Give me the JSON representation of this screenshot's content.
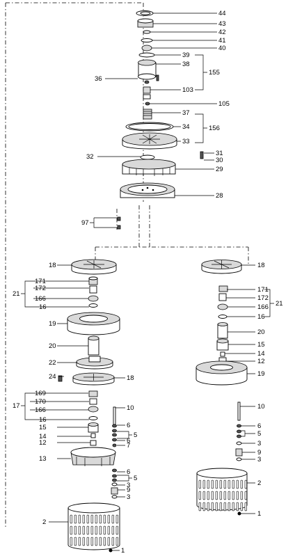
{
  "diagram": {
    "type": "exploded-parts-view",
    "callouts": [
      {
        "id": "c44",
        "text": "44"
      },
      {
        "id": "c43",
        "text": "43"
      },
      {
        "id": "c42",
        "text": "42"
      },
      {
        "id": "c41",
        "text": "41"
      },
      {
        "id": "c40",
        "text": "40"
      },
      {
        "id": "c39",
        "text": "39"
      },
      {
        "id": "c38",
        "text": "38"
      },
      {
        "id": "c155",
        "text": "155"
      },
      {
        "id": "c36",
        "text": "36"
      },
      {
        "id": "c103",
        "text": "103"
      },
      {
        "id": "c105",
        "text": "105"
      },
      {
        "id": "c37",
        "text": "37"
      },
      {
        "id": "c34",
        "text": "34"
      },
      {
        "id": "c156",
        "text": "156"
      },
      {
        "id": "c33",
        "text": "33"
      },
      {
        "id": "c32",
        "text": "32"
      },
      {
        "id": "c31",
        "text": "31"
      },
      {
        "id": "c30",
        "text": "30"
      },
      {
        "id": "c29",
        "text": "29"
      },
      {
        "id": "c28",
        "text": "28"
      },
      {
        "id": "c97",
        "text": "97"
      },
      {
        "id": "L18a",
        "text": "18"
      },
      {
        "id": "L171",
        "text": "171"
      },
      {
        "id": "L21",
        "text": "21"
      },
      {
        "id": "L172",
        "text": "172"
      },
      {
        "id": "L166",
        "text": "166"
      },
      {
        "id": "L16a",
        "text": "16"
      },
      {
        "id": "L19",
        "text": "19"
      },
      {
        "id": "L20",
        "text": "20"
      },
      {
        "id": "L22",
        "text": "22"
      },
      {
        "id": "L24",
        "text": "24"
      },
      {
        "id": "L18b",
        "text": "18"
      },
      {
        "id": "L169",
        "text": "169"
      },
      {
        "id": "L17",
        "text": "17"
      },
      {
        "id": "L170",
        "text": "170"
      },
      {
        "id": "L166b",
        "text": "166"
      },
      {
        "id": "L16b",
        "text": "16"
      },
      {
        "id": "L15",
        "text": "15"
      },
      {
        "id": "L14",
        "text": "14"
      },
      {
        "id": "L12",
        "text": "12"
      },
      {
        "id": "L10",
        "text": "10"
      },
      {
        "id": "L6a",
        "text": "6"
      },
      {
        "id": "L5a",
        "text": "5"
      },
      {
        "id": "L6b",
        "text": "6"
      },
      {
        "id": "L7",
        "text": "7"
      },
      {
        "id": "L13",
        "text": "13"
      },
      {
        "id": "L6c",
        "text": "6"
      },
      {
        "id": "L5b",
        "text": "5"
      },
      {
        "id": "L3a",
        "text": "3"
      },
      {
        "id": "L9",
        "text": "9"
      },
      {
        "id": "L3b",
        "text": "3"
      },
      {
        "id": "L2",
        "text": "2"
      },
      {
        "id": "L1",
        "text": "1"
      },
      {
        "id": "R18",
        "text": "18"
      },
      {
        "id": "R171",
        "text": "171"
      },
      {
        "id": "R172",
        "text": "172"
      },
      {
        "id": "R21",
        "text": "21"
      },
      {
        "id": "R166",
        "text": "166"
      },
      {
        "id": "R16",
        "text": "16"
      },
      {
        "id": "R20",
        "text": "20"
      },
      {
        "id": "R15",
        "text": "15"
      },
      {
        "id": "R14",
        "text": "14"
      },
      {
        "id": "R12",
        "text": "12"
      },
      {
        "id": "R19",
        "text": "19"
      },
      {
        "id": "R10",
        "text": "10"
      },
      {
        "id": "R6",
        "text": "6"
      },
      {
        "id": "R5",
        "text": "5"
      },
      {
        "id": "R3a",
        "text": "3"
      },
      {
        "id": "R9",
        "text": "9"
      },
      {
        "id": "R3b",
        "text": "3"
      },
      {
        "id": "R2",
        "text": "2"
      },
      {
        "id": "R1",
        "text": "1"
      }
    ]
  }
}
